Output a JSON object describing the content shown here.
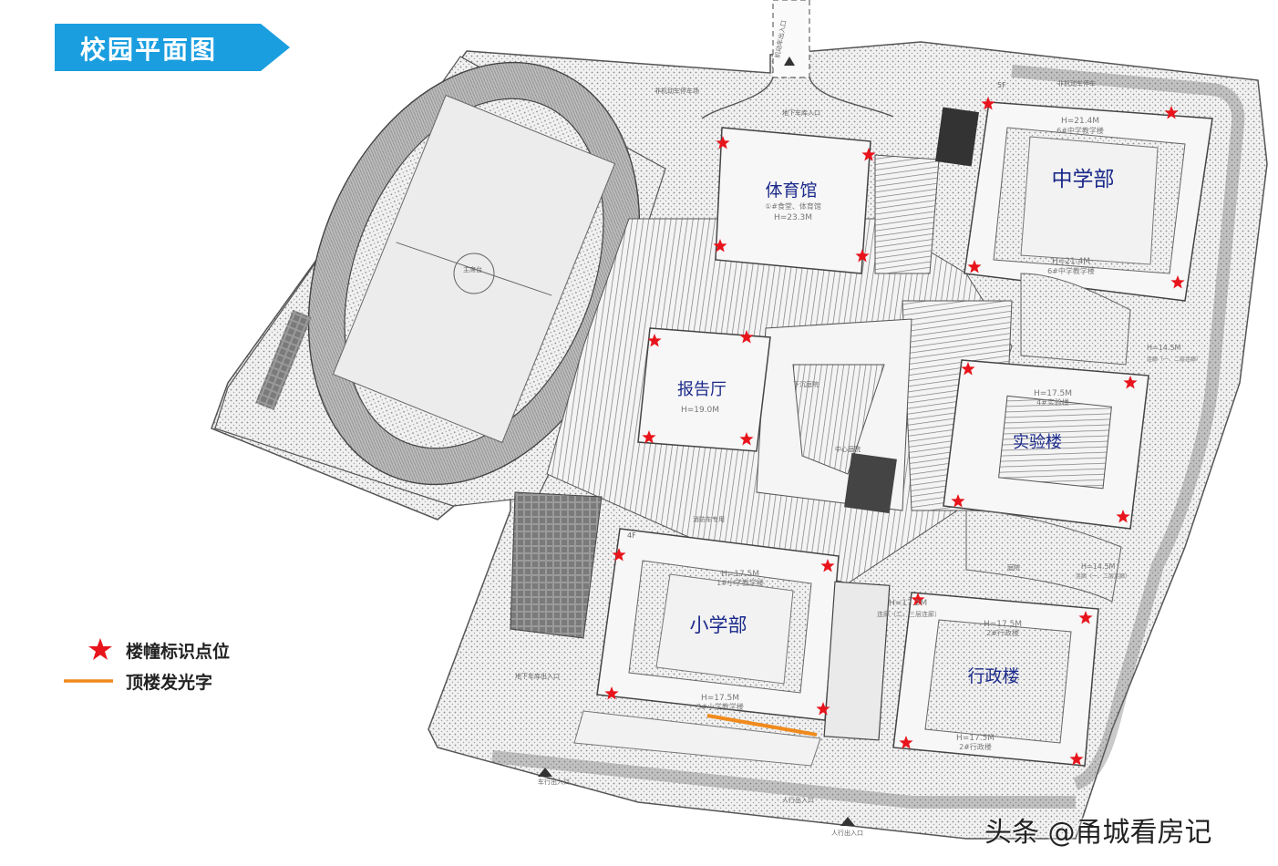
{
  "title": "校园平面图",
  "watermark": "头条 @甬城看房记",
  "colors": {
    "banner": "#1a9ee0",
    "star": "#e8141b",
    "roof_line": "#f08a1c",
    "building_label": "#1b2a8a",
    "line": "#5a5a5a"
  },
  "legend": [
    {
      "label": "楼幢标识点位",
      "icon": "red-star-icon"
    },
    {
      "label": "顶楼发光字",
      "icon": "orange-line-icon"
    }
  ],
  "buildings": {
    "gym": {
      "name": "体育馆",
      "height": "H=23.3M",
      "note": "①#食堂、体育馆"
    },
    "middle": {
      "name": "中学部",
      "height_top": "H=21.4M",
      "note_top": "6#中学教学楼",
      "height_bottom": "H=21.4M",
      "note_bottom": "6#中学教学楼"
    },
    "auditorium": {
      "name": "报告厅",
      "height": "H=19.0M"
    },
    "lab": {
      "name": "实验楼",
      "height": "H=17.5M",
      "note": "4#实验楼"
    },
    "primary": {
      "name": "小学部",
      "height_top": "H=17.5M",
      "note_top": "1#小学教学楼",
      "height_bottom": "H=17.5M",
      "note_bottom": "3#小学教学楼"
    },
    "admin": {
      "name": "行政楼",
      "height_top": "H=17.5M",
      "note_top": "2#行政楼",
      "height_bottom": "H=17.5M",
      "note_bottom": "2#行政楼"
    }
  },
  "annotations": {
    "corridor_left": "H=17.2M",
    "corridor_left_note": "连廊（二、三层连廊）",
    "corridor_right": "H=14.5M",
    "corridor_right_note": "连廊（一、二层连廊）",
    "corridor_bottom_right": "H=14.5M",
    "corridor_bottom_right_note": "连廊（一、二层连廊）",
    "underground_entry_top": "地下车库入口",
    "motor_entry": "机动车出入口",
    "nonmotor_parking": "非机动车停车场",
    "underground_entry_bottom": "地下车库出入口",
    "vehicle_entry": "车行出入口",
    "pedestrian_entry": "人行出入口",
    "pedestrian_entry_2": "人行出入口",
    "central_yard": "中心庭院",
    "sunken_yard": "下沉庭院",
    "yard": "庭院",
    "podium": "主席台",
    "fire_entry": "消防车专用",
    "bike_parking": "非机动车停车",
    "floor_5f": "5F",
    "floor_4f": "4F"
  }
}
